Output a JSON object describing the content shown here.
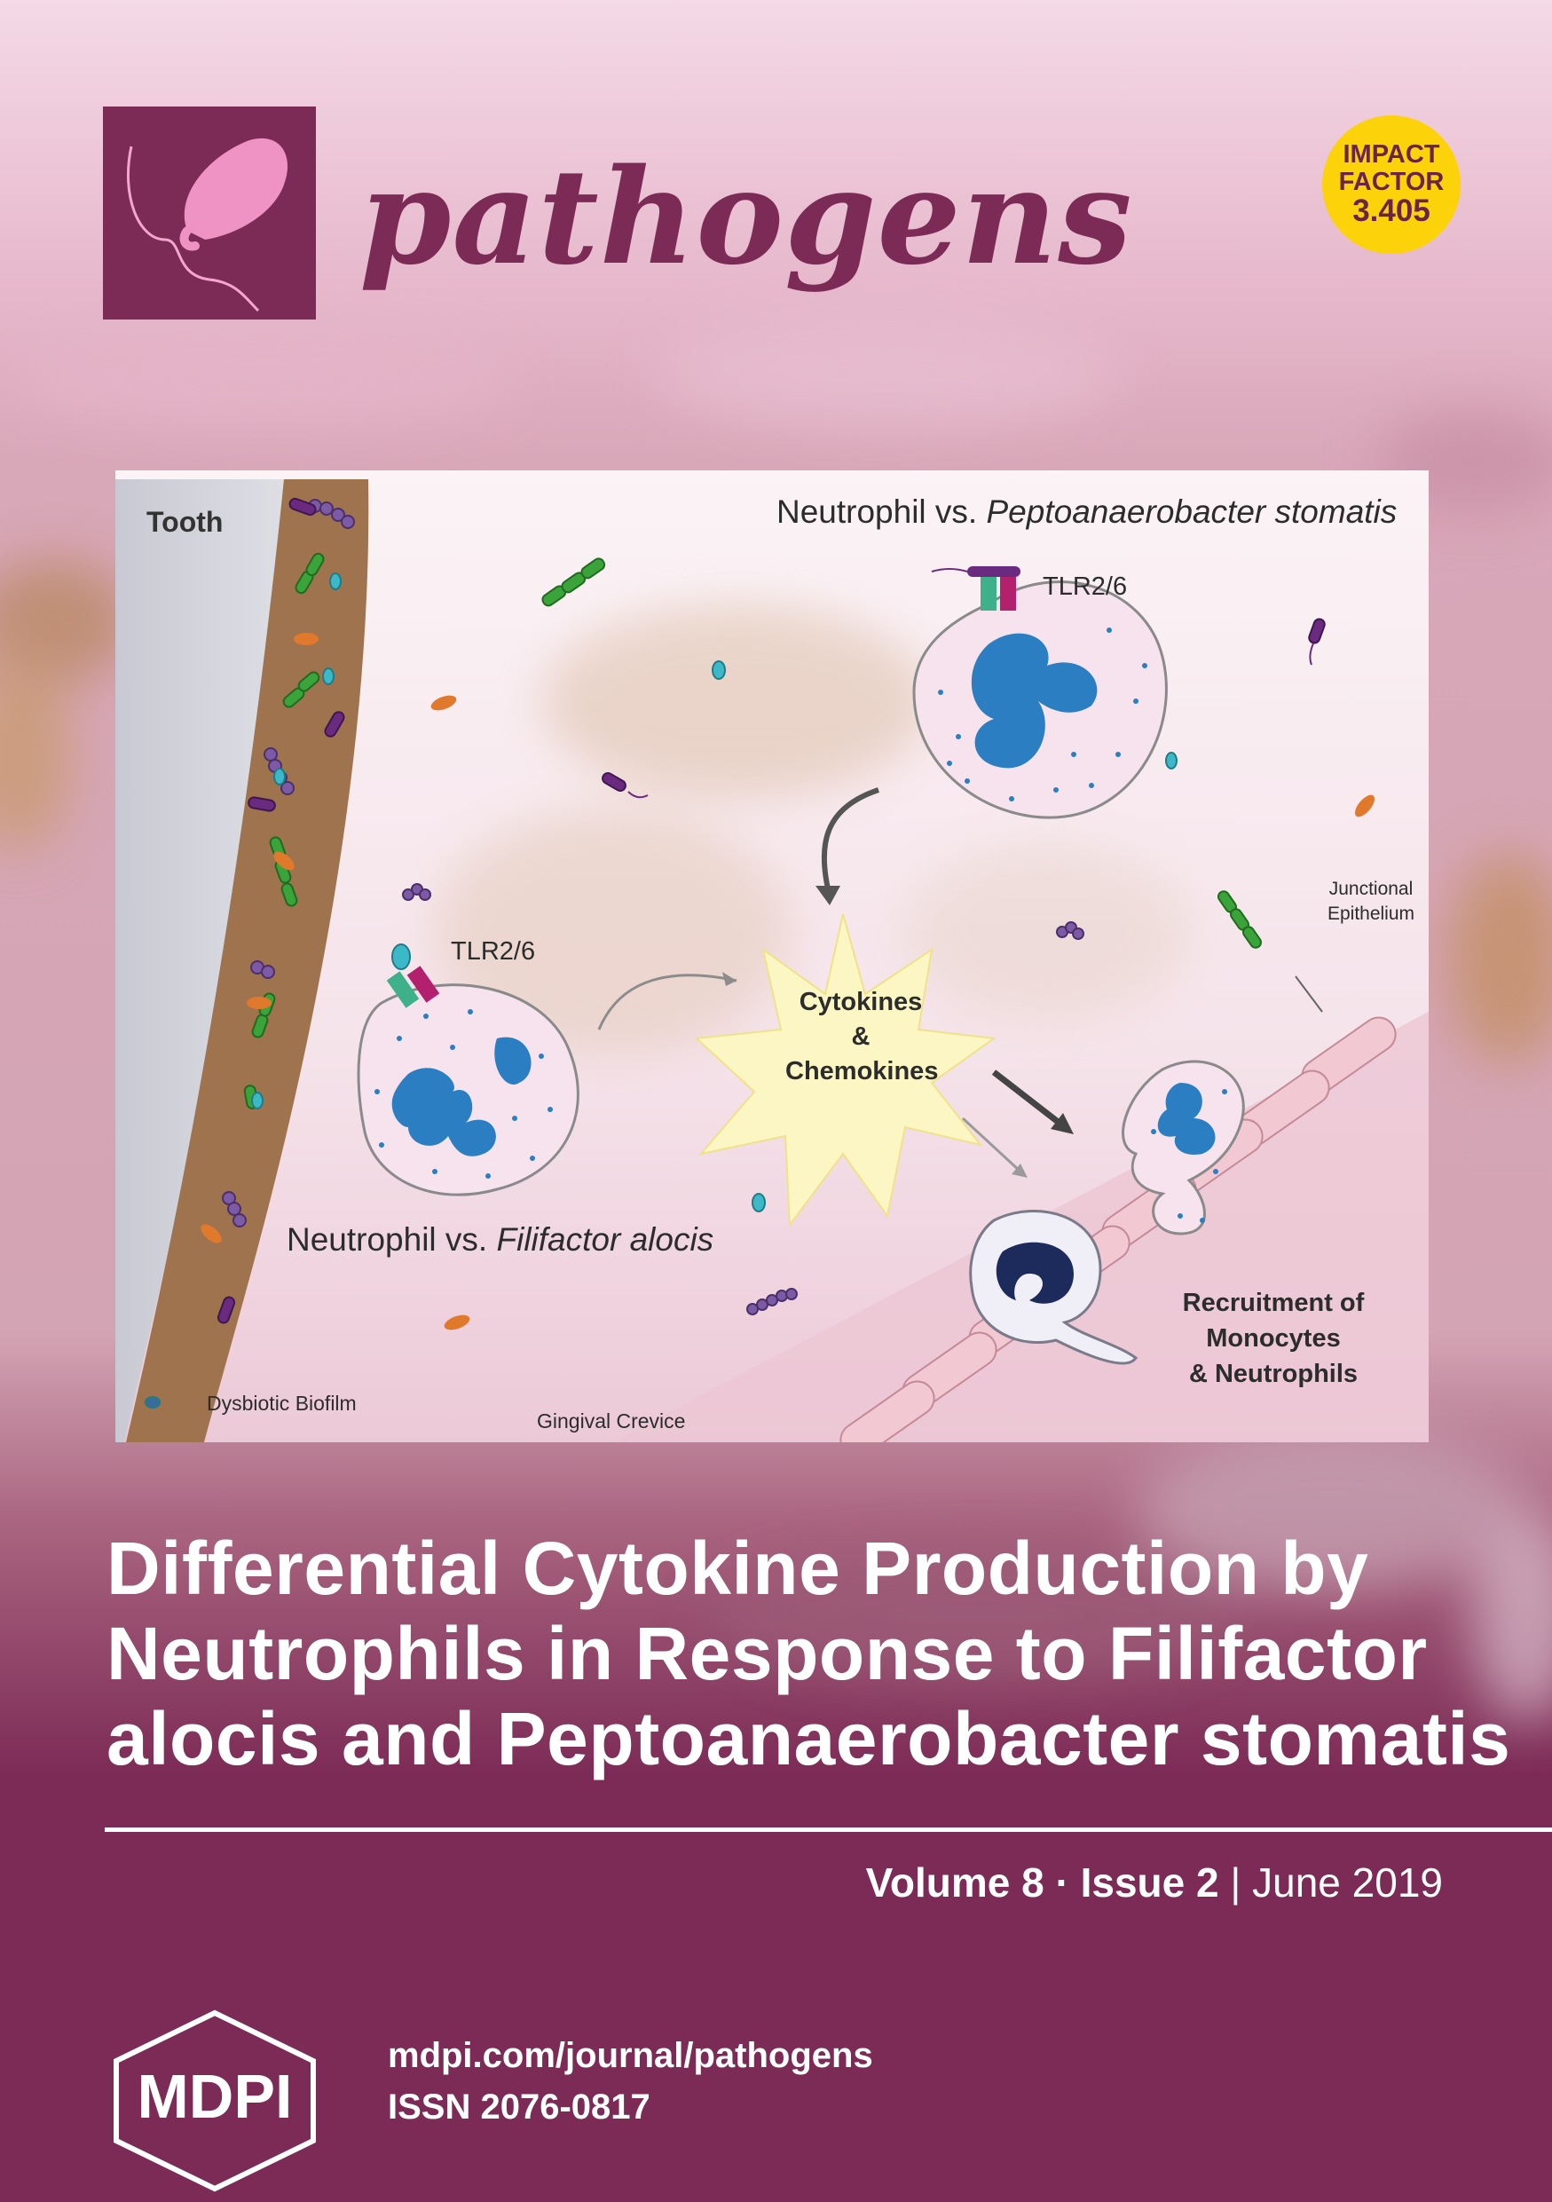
{
  "journal": {
    "name": "pathogens",
    "brand_color": "#7c2b56",
    "logo_icon": "bacterium-icon"
  },
  "impact_factor": {
    "line1": "IMPACT",
    "line2": "FACTOR",
    "value": "3.405",
    "badge_color": "#fcd20a"
  },
  "figure": {
    "label_tooth": "Tooth",
    "label_top_title_prefix": "Neutrophil vs. ",
    "label_top_title_italic": "Peptoanaerobacter stomatis",
    "label_tlr_top": "TLR2/6",
    "label_tlr_left": "TLR2/6",
    "label_left_title_prefix": "Neutrophil vs. ",
    "label_left_title_italic": "Filifactor alocis",
    "label_cytokines_1": "Cytokines",
    "label_cytokines_2": "&",
    "label_cytokines_3": "Chemokines",
    "label_junctional_1": "Junctional",
    "label_junctional_2": "Epithelium",
    "label_recruit_1": "Recruitment of",
    "label_recruit_2": "Monocytes",
    "label_recruit_3": "& Neutrophils",
    "label_biofilm": "Dysbiotic Biofilm",
    "label_crevice": "Gingival Crevice"
  },
  "article": {
    "title_line1": "Differential Cytokine Production by",
    "title_line2": "Neutrophils in Response to Filifactor",
    "title_line3": "alocis and Peptoanaerobacter stomatis"
  },
  "issue": {
    "volume": "Volume 8",
    "separator": " · ",
    "issue": "Issue 2",
    "divider": " | ",
    "date": "June 2019"
  },
  "publisher": {
    "logo_text": "MDPI",
    "url": "mdpi.com/journal/pathogens",
    "issn": "ISSN 2076-0817"
  }
}
